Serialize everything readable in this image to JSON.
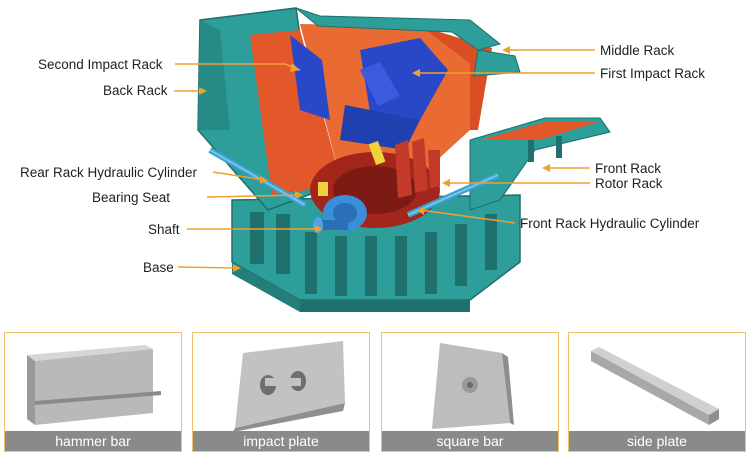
{
  "labels": {
    "second_impact_rack": "Second Impact Rack",
    "back_rack": "Back Rack",
    "rear_rack_hydraulic_cylinder": "Rear Rack Hydraulic Cylinder",
    "bearing_seat": "Bearing Seat",
    "shaft": "Shaft",
    "base": "Base",
    "middle_rack": "Middle Rack",
    "first_impact_rack": "First Impact Rack",
    "front_rack": "Front Rack",
    "rotor_rack": "Rotor Rack",
    "front_rack_hydraulic_cylinder": "Front Rack Hydraulic Cylinder"
  },
  "parts": [
    {
      "caption": "hammer bar"
    },
    {
      "caption": "impact plate"
    },
    {
      "caption": "square bar"
    },
    {
      "caption": "side plate"
    }
  ],
  "colors": {
    "machine_teal": "#2e9e9a",
    "liner_orange": "#e3582a",
    "impact_blue": "#2848c8",
    "rotor_red": "#a3261c",
    "hammer_yellow": "#f2d23a",
    "leader_line": "#f0a030",
    "panel_border": "#f0c16a",
    "caption_bg": "#8a8a8a"
  }
}
